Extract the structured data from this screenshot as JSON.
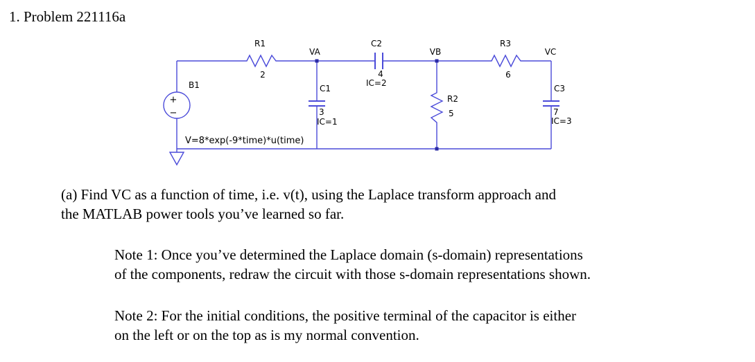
{
  "problem": {
    "title": "1. Problem 221116a",
    "part_a": {
      "lines": [
        "(a) Find VC as a function of time, i.e. v(t), using the Laplace transform approach and",
        "the MATLAB power tools you’ve learned so far."
      ]
    },
    "note1": {
      "lines": [
        "Note 1: Once you’ve determined the Laplace domain (s-domain) representations",
        "of the components, redraw the circuit with those s-domain representations shown."
      ]
    },
    "note2": {
      "lines": [
        "Note 2: For the initial conditions, the positive terminal of the capacitor is either",
        "on the left or on the top as is my normal convention."
      ]
    }
  },
  "circuit": {
    "b1": {
      "name": "B1",
      "plus": "+",
      "minus": "−",
      "expression": "V=8*exp(-9*time)*u(time)"
    },
    "r1": {
      "name": "R1",
      "value": "2"
    },
    "r2": {
      "name": "R2",
      "value": "5"
    },
    "r3": {
      "name": "R3",
      "value": "6"
    },
    "c1": {
      "name": "C1",
      "value": "3",
      "ic": "IC=1"
    },
    "c2": {
      "name": "C2",
      "value": "4",
      "ic": "IC=2"
    },
    "c3": {
      "name": "C3",
      "value": "7",
      "ic": "IC=3"
    },
    "nodes": {
      "va": "VA",
      "vb": "VB",
      "vc": "VC"
    },
    "colors": {
      "wire": "#4a4ad9",
      "node_dot": "#2929a3",
      "label_text": "#000000"
    }
  }
}
